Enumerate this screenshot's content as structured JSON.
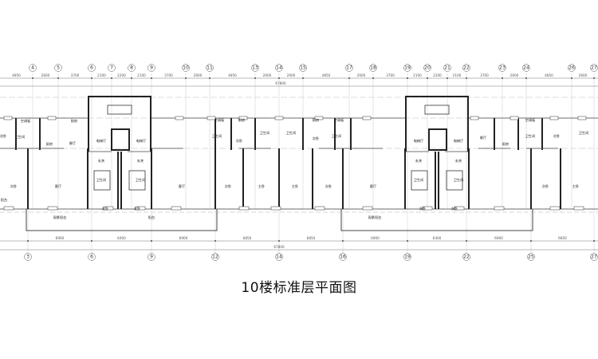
{
  "title": "10楼标准层平面图",
  "top_axes": [
    "4",
    "5",
    "6",
    "7",
    "8",
    "9",
    "10",
    "11",
    "13",
    "14",
    "15",
    "17",
    "18",
    "19",
    "20",
    "21",
    "22",
    "23",
    "24",
    "26",
    "27"
  ],
  "bottom_axes": [
    "3",
    "6",
    "9",
    "12",
    "14",
    "16",
    "19",
    "22",
    "25",
    "27"
  ],
  "top_dimensions": [
    "4850",
    "2600",
    "3700",
    "2100",
    "2200",
    "2100",
    "3700",
    "2600",
    "4850",
    "2600",
    "2600",
    "4850",
    "2600",
    "3700",
    "2100",
    "2200",
    "2100",
    "3700",
    "2600",
    "4850",
    "2600"
  ],
  "bottom_dimensions": [
    "6900",
    "6400",
    "6900",
    "6850",
    "6850",
    "6900",
    "6400",
    "6900",
    "6850"
  ],
  "total_dimension": "67800",
  "rooms": [
    "空调板",
    "厨房",
    "次卧",
    "卫生间",
    "厨房",
    "餐厅",
    "次卧",
    "客厅",
    "电梯厅",
    "电梯厅",
    "玄关",
    "玄关",
    "卫生间",
    "卫生间",
    "次卧",
    "次卧",
    "客厅",
    "观景阳台",
    "空调板",
    "厨房",
    "卫生间",
    "次卧",
    "卫生间",
    "卫生间",
    "厨房",
    "次卧",
    "空调板",
    "卫生间",
    "次卧",
    "主卧",
    "主卧",
    "次卧",
    "电梯厅",
    "电梯厅",
    "玄关",
    "玄关",
    "卫生间",
    "卫生间",
    "次卧",
    "次卧",
    "客厅",
    "餐厅",
    "厨房",
    "空调板",
    "卫生间",
    "次卧",
    "卫生间",
    "次卧",
    "主卧",
    "观景阳台",
    "阳台",
    "阳台"
  ]
}
